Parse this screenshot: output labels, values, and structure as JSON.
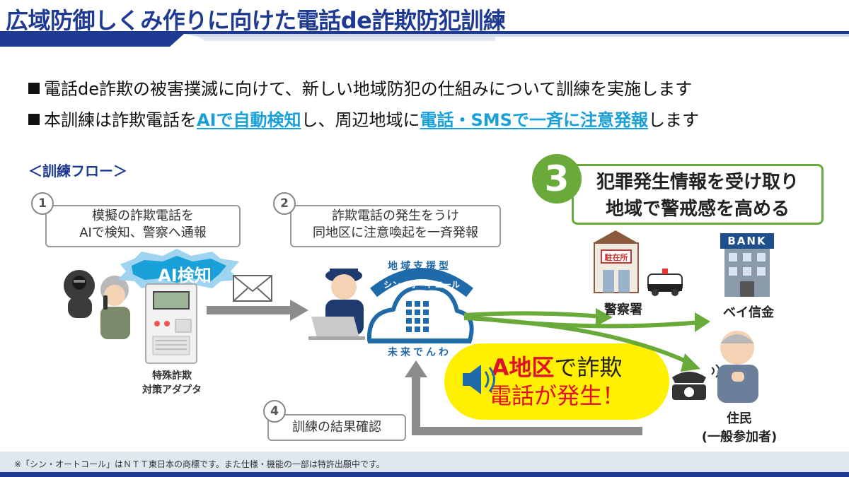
{
  "header": {
    "title": "広域防御しくみ作りに向けた電話de詐欺防犯訓練"
  },
  "bullets": {
    "b1": "電話de詐欺の被害撲滅に向けて、新しい地域防犯の仕組みについて訓練を実施します",
    "b2_pre": "本訓練は詐欺電話を",
    "b2_hl1": "AIで自動検知",
    "b2_mid": "し、周辺地域に",
    "b2_hl2": "電話・SMSで一斉に注意発報",
    "b2_post": "します"
  },
  "flow": {
    "label": "＜訓練フロー＞",
    "step1": {
      "num": "1",
      "line1": "模擬の詐欺電話を",
      "line2": "AIで検知、警察へ通報"
    },
    "step2": {
      "num": "2",
      "line1": "詐欺電話の発生をうけ",
      "line2": "同地区に注意喚起を一斉発報"
    },
    "step3": {
      "num": "3",
      "line1": "犯罪発生情報を受け取り",
      "line2": "地域で警戒感を高める"
    },
    "step4": {
      "num": "4",
      "text": "訓練の結果確認"
    }
  },
  "illustrations": {
    "ai_badge": "AI検知",
    "device_label_1": "特殊詐欺",
    "device_label_2": "対策アダプタ",
    "cloud_top": "地域支援型",
    "cloud_arc": "シン・オートコール",
    "cloud_bottom": "未来でんわ",
    "koban_sign": "駐在所",
    "police_label": "警察署",
    "bank_sign": "BANK",
    "bank_label": "ベイ信金",
    "resident_label_1": "住民",
    "resident_label_2": "(一般参加者)"
  },
  "alert": {
    "red": "A地区",
    "rest1": "で詐欺",
    "line2": "電話が発生！"
  },
  "footer": {
    "note": "※「シン・オートコール」はＮＴＴ東日本の商標です。また仕様・機能の一部は特許出願中です。"
  },
  "colors": {
    "title": "#1f3a93",
    "highlight": "#1aa0d8",
    "green": "#6aaa3a",
    "alert_bg": "#fff000",
    "alert_red": "#e0102a",
    "arrow_gray": "#8c8c8c"
  }
}
